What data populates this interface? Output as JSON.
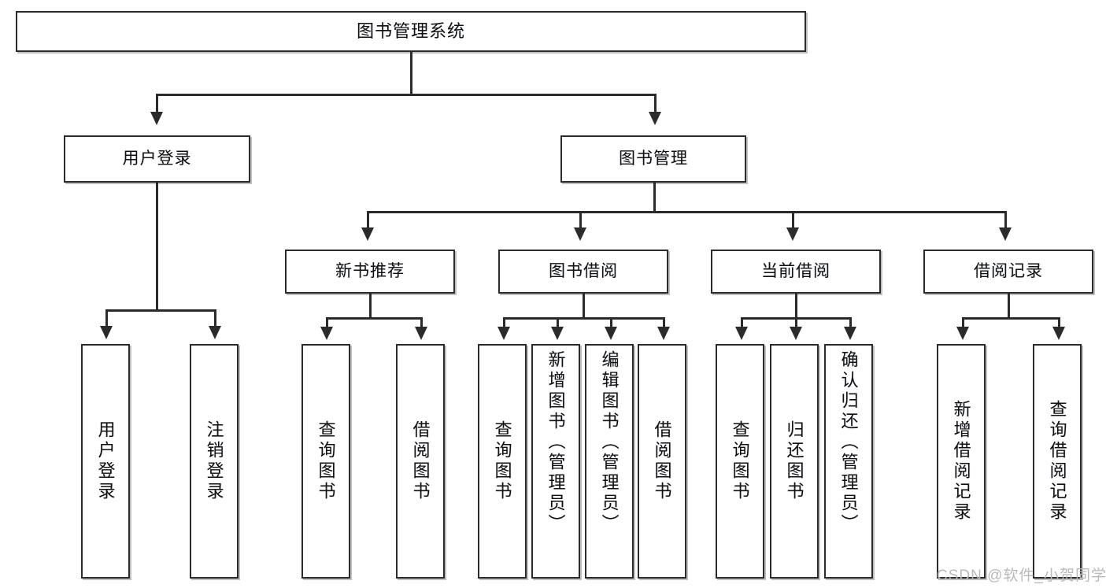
{
  "diagram": {
    "type": "tree",
    "title": "图书管理系统",
    "root": {
      "label": "图书管理系统"
    },
    "level2": [
      {
        "label": "用户登录"
      },
      {
        "label": "图书管理"
      }
    ],
    "level3": [
      {
        "label": "新书推荐"
      },
      {
        "label": "图书借阅"
      },
      {
        "label": "当前借阅"
      },
      {
        "label": "借阅记录"
      }
    ],
    "leaves": {
      "user_login": [
        {
          "label": "用户登录"
        },
        {
          "label": "注销登录"
        }
      ],
      "new_book_recommend": [
        {
          "label": "查询图书"
        },
        {
          "label": "借阅图书"
        }
      ],
      "book_borrow": [
        {
          "label": "查询图书"
        },
        {
          "label": "新增图书（管理员）"
        },
        {
          "label": "编辑图书（管理员）"
        },
        {
          "label": "借阅图书"
        }
      ],
      "current_borrow": [
        {
          "label": "查询图书"
        },
        {
          "label": "归还图书"
        },
        {
          "label": "确认归还（管理员）"
        }
      ],
      "borrow_record": [
        {
          "label": "新增借阅记录"
        },
        {
          "label": "查询借阅记录"
        }
      ]
    }
  },
  "watermark": {
    "text": "CSDN @软件_小贺同学"
  },
  "colors": {
    "stroke": "#2b2b2b",
    "fill": "#ffffff",
    "text": "#111111",
    "watermark": "#b9b9b9"
  }
}
